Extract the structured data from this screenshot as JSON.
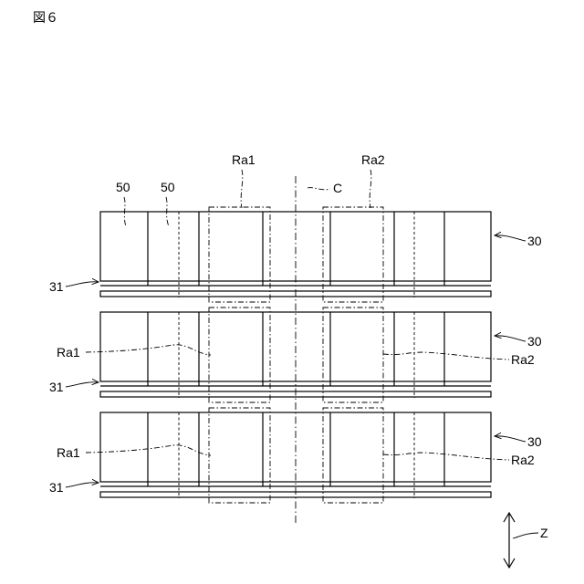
{
  "figure": {
    "title": "図６",
    "top_labels": {
      "ra1": "Ra1",
      "ra2": "Ra2",
      "c": "C",
      "fifty_a": "50",
      "fifty_b": "50"
    },
    "panels": [
      {
        "label_30": "30",
        "label_31": "31",
        "label_ra1": "",
        "label_ra2": ""
      },
      {
        "label_30": "30",
        "label_31": "31",
        "label_ra1": "Ra1",
        "label_ra2": "Ra2"
      },
      {
        "label_30": "30",
        "label_31": "31",
        "label_ra1": "Ra1",
        "label_ra2": "Ra2"
      }
    ],
    "axis_label": "Z"
  }
}
